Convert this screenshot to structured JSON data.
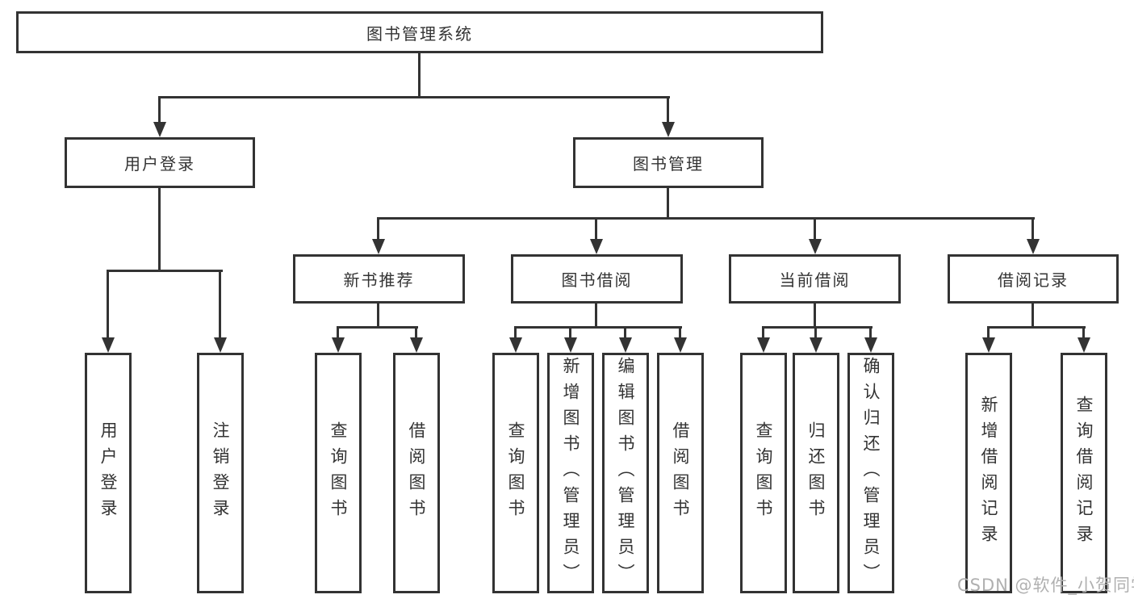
{
  "diagram": {
    "title": "图书管理系统",
    "colors": {
      "line": "#333333",
      "box_background": "#ffffff",
      "text": "#333333",
      "watermark": "#b0b0b0"
    },
    "nodes": {
      "root": "图书管理系统",
      "user_login": "用户登录",
      "book_mgmt": "图书管理",
      "new_book_rec": "新书推荐",
      "book_borrow": "图书借阅",
      "current_borrow": "当前借阅",
      "borrow_records": "借阅记录",
      "leaf_user_login": "用户登录",
      "leaf_logout": "注销登录",
      "leaf_query_book_1": "查询图书",
      "leaf_borrow_book_1": "借阅图书",
      "leaf_query_book_2": "查询图书",
      "leaf_add_book": "新增图书（管理员）",
      "leaf_edit_book": "编辑图书（管理员）",
      "leaf_borrow_book_2": "借阅图书",
      "leaf_query_book_3": "查询图书",
      "leaf_return_book": "归还图书",
      "leaf_confirm_return": "确认归还（管理员）",
      "leaf_add_record": "新增借阅记录",
      "leaf_query_record": "查询借阅记录"
    },
    "hierarchy": {
      "图书管理系统": {
        "用户登录": [
          "用户登录",
          "注销登录"
        ],
        "图书管理": {
          "新书推荐": [
            "查询图书",
            "借阅图书"
          ],
          "图书借阅": [
            "查询图书",
            "新增图书（管理员）",
            "编辑图书（管理员）",
            "借阅图书"
          ],
          "当前借阅": [
            "查询图书",
            "归还图书",
            "确认归还（管理员）"
          ],
          "借阅记录": [
            "新增借阅记录",
            "查询借阅记录"
          ]
        }
      }
    },
    "watermark": "CSDN @软件_小贺同学"
  }
}
